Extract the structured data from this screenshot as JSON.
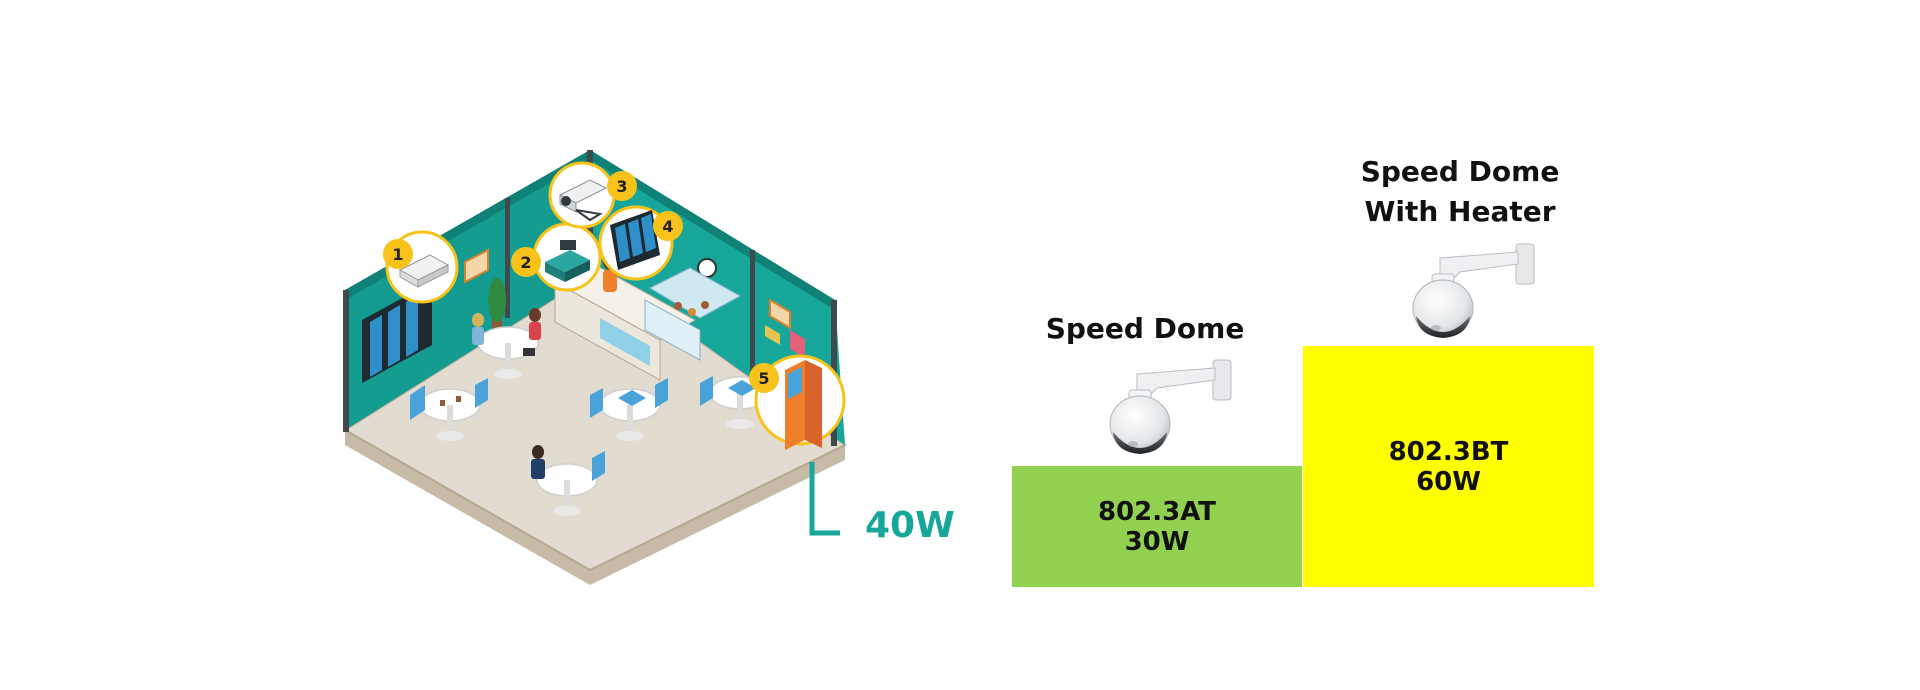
{
  "colors": {
    "teal_wall": "#139c8f",
    "accent_teal": "#17a79a",
    "badge_yellow": "#f7c21a",
    "bar_green": "#92d050",
    "bar_yellow": "#ffff00",
    "floor": "#e2dbd0",
    "floor_edge": "#b5a893"
  },
  "room": {
    "badges": [
      "1",
      "2",
      "3",
      "4",
      "5"
    ],
    "power_label": "40W"
  },
  "left_camera": {
    "title": "Speed Dome",
    "standard": "802.3AT",
    "power": "30W",
    "icon": "ptz-dome-camera-icon"
  },
  "right_camera": {
    "title_line1": "Speed Dome",
    "title_line2": "With Heater",
    "standard": "802.3BT",
    "power": "60W",
    "icon": "ptz-dome-camera-icon"
  }
}
